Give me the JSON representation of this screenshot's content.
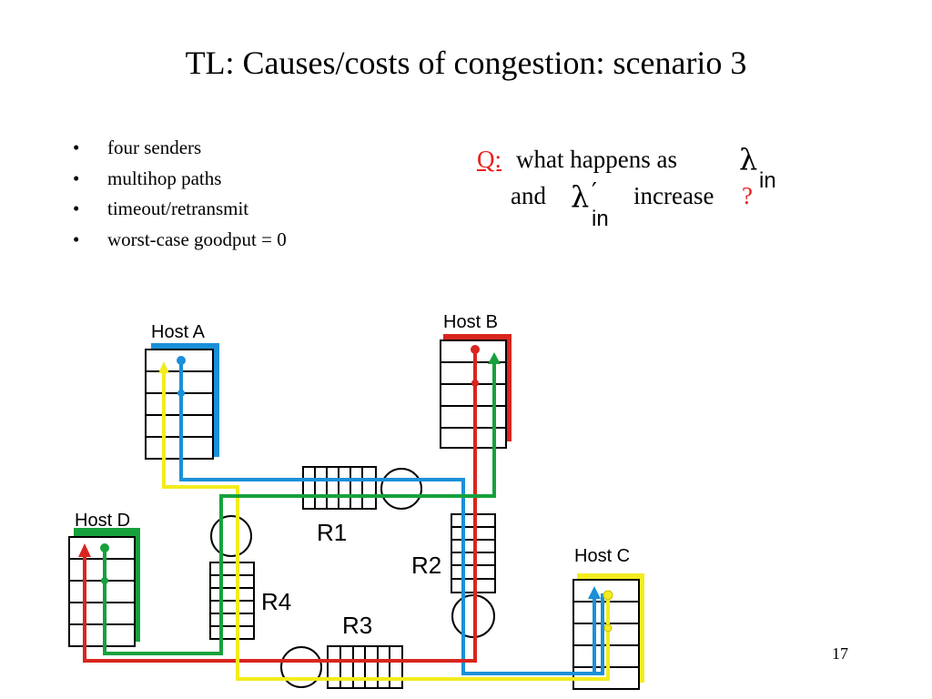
{
  "title": "TL: Causes/costs of congestion: scenario 3",
  "bullets": [
    "four senders",
    "multihop paths",
    "timeout/retransmit",
    "worst-case goodput = 0"
  ],
  "question": {
    "q_label": "Q:",
    "line1": "what happens as",
    "and_word": "and",
    "increase_word": "increase",
    "question_mark": "?",
    "lambda_symbol": "λ",
    "prime_symbol": "′",
    "subscript": "in"
  },
  "diagram": {
    "hosts": {
      "a": "Host A",
      "b": "Host B",
      "c": "Host C",
      "d": "Host D"
    },
    "routers": {
      "r1": "R1",
      "r2": "R2",
      "r3": "R3",
      "r4": "R4"
    },
    "colors": {
      "host_a": "#1a90d8",
      "host_b": "#d8261e",
      "host_c": "#f2ec1e",
      "host_d": "#17a13c"
    }
  },
  "page_number": "17"
}
